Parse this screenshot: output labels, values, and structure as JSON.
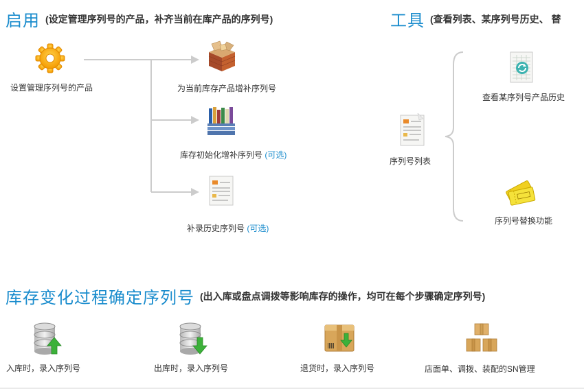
{
  "enable": {
    "title": "启用",
    "subtitle": "(设定管理序列号的产品，补齐当前在库产品的序列号)",
    "source_label": "设置管理序列号的产品",
    "branch_1_label": "为当前库存产品增补序列号",
    "branch_2_label": "库存初始化增补序列号",
    "branch_2_optional": "(可选)",
    "branch_3_label": "补录历史序列号",
    "branch_3_optional": "(可选)"
  },
  "tools": {
    "title": "工具",
    "subtitle": "(查看列表、某序列号历史、 替",
    "list_label": "序列号列表",
    "history_label": "查看某序列号产品历史",
    "replace_label": "序列号替换功能"
  },
  "stock_change": {
    "title": "库存变化过程确定序列号",
    "subtitle": "(出入库或盘点调拨等影响库存的操作，均可在每个步骤确定序列号)",
    "steps": [
      {
        "label": "入库时，录入序列号"
      },
      {
        "label": "出库时，录入序列号"
      },
      {
        "label": "退货时，录入序列号"
      },
      {
        "label": "店面单、调拨、装配的SN管理"
      }
    ]
  },
  "colors": {
    "accent": "#1a8ccd",
    "arrow_gray": "#cccccc",
    "text": "#333333"
  }
}
